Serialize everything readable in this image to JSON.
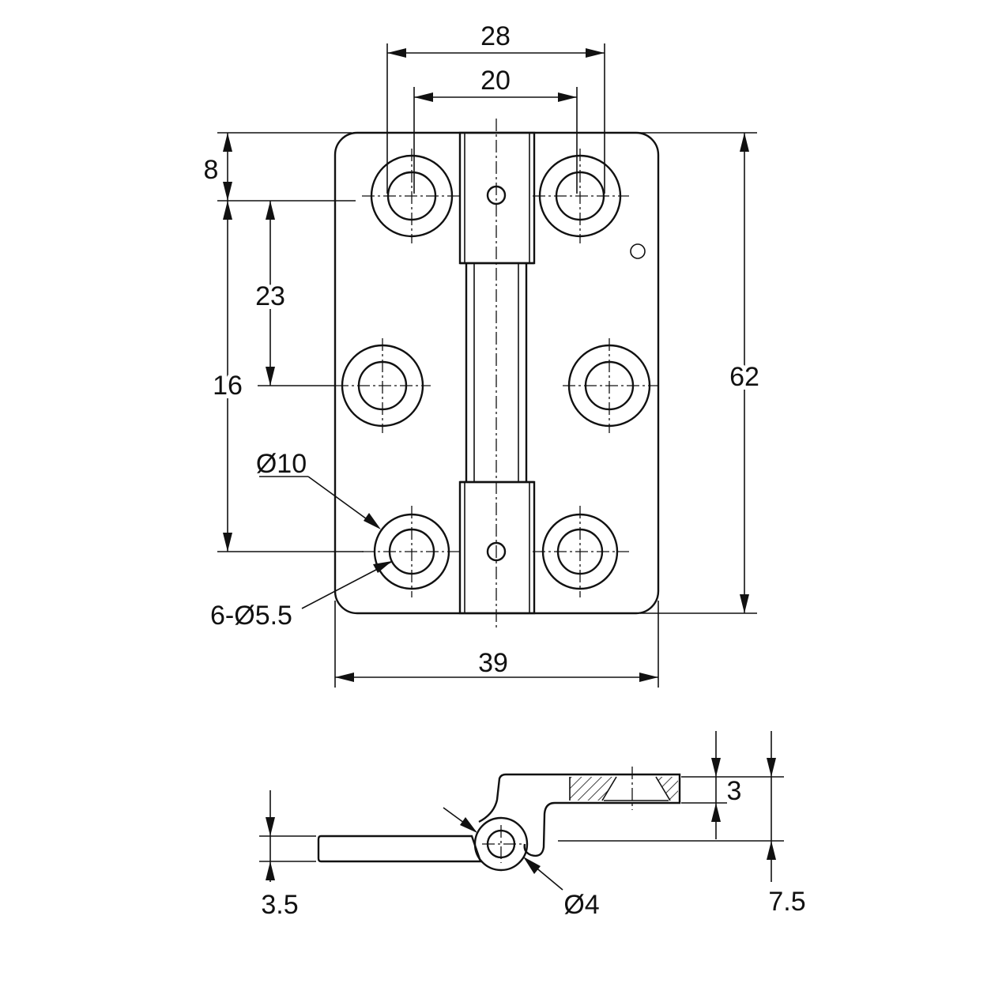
{
  "drawing": {
    "top_view": {
      "width_outer_holes": "28",
      "width_inner_holes": "20",
      "top_offset": "8",
      "pitch_upper": "23",
      "pitch_lower": "16",
      "overall_height": "62",
      "overall_width": "39",
      "counterbore_diameter": "Ø10",
      "hole_callout": "6-Ø5.5"
    },
    "side_view": {
      "leaf_thickness": "3.5",
      "plate_thickness": "3",
      "pin_diameter": "Ø4",
      "offset_height": "7.5"
    }
  }
}
